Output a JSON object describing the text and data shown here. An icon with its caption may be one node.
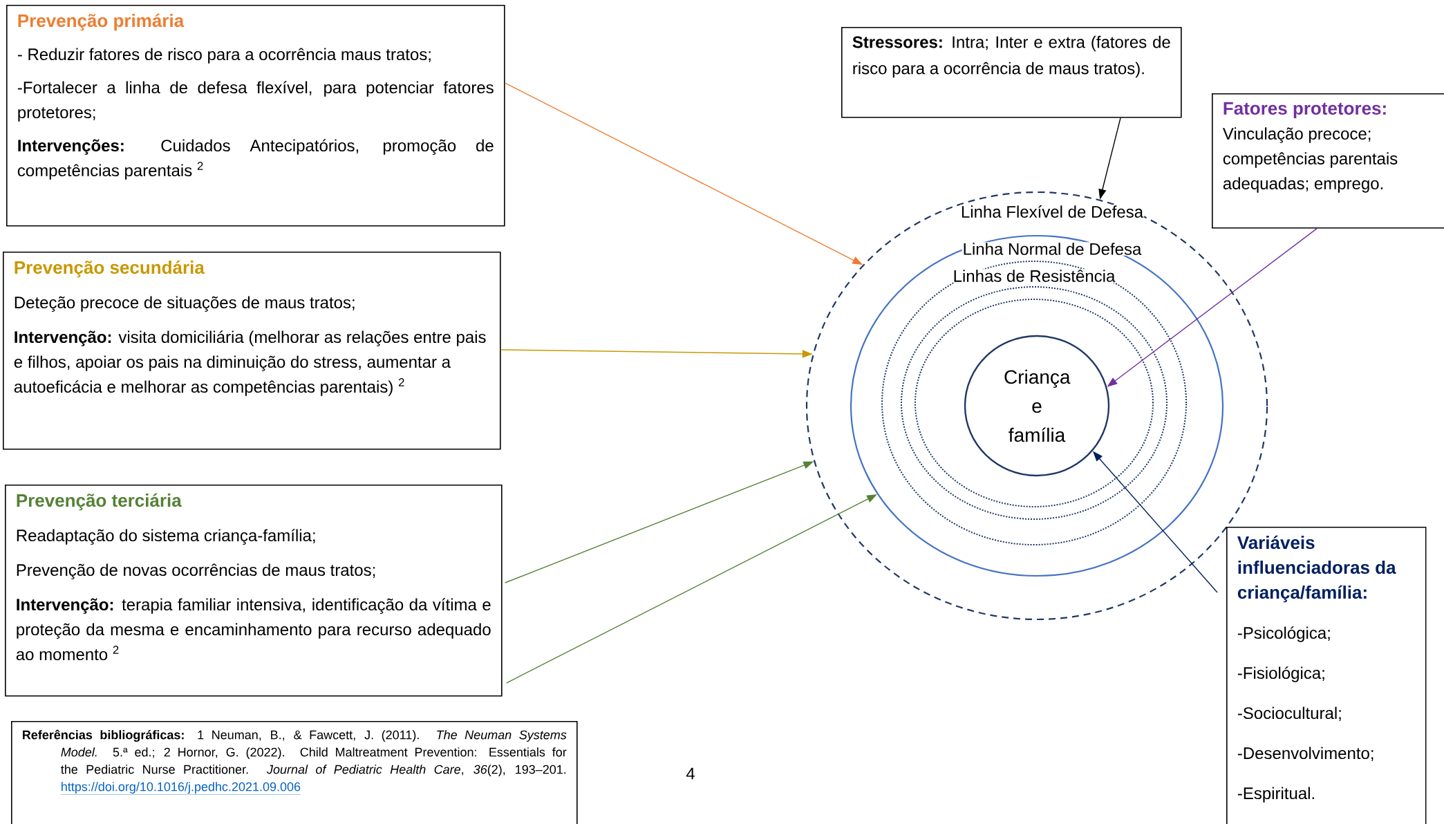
{
  "diagram": {
    "nodes": [
      {
        "text": [
          "Prevenção primária",
          "- Reduzir fatores de risco para a ocorrência maus tratos;",
          "-Fortalecer a linha de defesa flexível, para potenciar fatores protetores;",
          "**Intervenções:** Cuidados Antecipatórios, promoção de competências parentais $^{2}$"
        ]
      },
      {
        "text": [
          "Prevenção secundária",
          "Deteção precoce de situações de maus tratos;",
          "**Intervenção:** visita domiciliária (melhorar as relações entre pais e filhos, apoiar os pais na diminuição do stress, aumentar a autoeficácia e melhorar as competências parentais) $^{2}$"
        ]
      },
      {
        "text": [
          "Prevenção terciária",
          "Readaptação do sistema criança-família;",
          "Prevenção de novas ocorrências de maus tratos;",
          "**Intervenção:** terapia familiar intensiva, identificação da vítima e proteção da mesma e encaminhamento para recurso adequado ao momento $^{2}$"
        ]
      },
      {
        "text": [
          "**Referências bibliográficas:** 1 Neuman, B., & Fawcett, J. (2011). *The Neuman Systems Model.* 5.ª ed.; 2 Hornor, G. (2022). Child Maltreatment Prevention: Essentials for the Pediatric Nurse Practitioner. *Journal of Pediatric Health Care*, *36*(2), 193–201.",
          "https://doi.org/10.1016/j.pedhc.2021.09.006"
        ]
      },
      {
        "text": [
          "**Stressores:** Intra; Inter e extra (fatores de risco para a ocorrência de maus tratos)."
        ]
      },
      {
        "text": [
          "Fatores protetores:",
          "Vinculação precoce; competências parentais adequadas; emprego."
        ]
      },
      {
        "text": [
          "Variáveis influenciadoras da criança/família:",
          "-Psicológica;",
          "-Fisiológica;",
          "-Sociocultural;",
          "-Desenvolvimento;",
          "-Espiritual."
        ]
      },
      {
        "text": [
          "Linha Flexível de Defesa"
        ]
      },
      {
        "text": [
          "Linha Normal de Defesa"
        ],
        "in": 7
      },
      {
        "text": [
          "Linhas de Resistência"
        ],
        "in": 8
      },
      {
        "text": [],
        "shape": "circle",
        "in": 9
      },
      {
        "text": [],
        "shape": "circle",
        "in": 10
      },
      {
        "text": [
          "Criança e família"
        ],
        "in": 11
      }
    ],
    "edges": [
      {
        "from": 0,
        "to": 7,
        "arrow": "to",
        "color": "#ed7d31"
      },
      {
        "from": 1,
        "to": 7,
        "arrow": "to",
        "color": "#c89800"
      },
      {
        "from": 2,
        "to": 7,
        "arrow": "to",
        "color": "#548235"
      },
      {
        "from": 2,
        "to": 8,
        "arrow": "to",
        "color": "#548235"
      },
      {
        "from": 4,
        "to": 7,
        "arrow": "to",
        "color": "#000000"
      },
      {
        "from": 5,
        "to": 12,
        "arrow": "to",
        "color": "#7030a0"
      },
      {
        "from": 6,
        "to": 12,
        "arrow": "to",
        "color": "#002060"
      }
    ],
    "labels": [
      "4"
    ]
  }
}
